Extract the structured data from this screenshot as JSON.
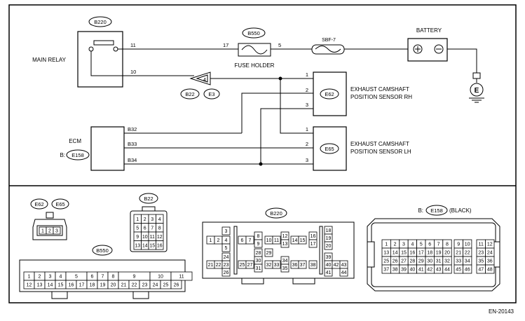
{
  "figure_id": "EN-20143",
  "wiring": {
    "main_relay": {
      "label": "MAIN RELAY",
      "connector": "B220",
      "pin_a": "11",
      "pin_b": "10"
    },
    "fuse_holder": {
      "label": "FUSE HOLDER",
      "connector": "B550",
      "pin_in": "17",
      "pin_out": "5"
    },
    "fuse": {
      "label": "SBF-7"
    },
    "battery": {
      "label": "BATTERY",
      "ground": "E"
    },
    "joint": {
      "pin": "4",
      "connectors": [
        "B22",
        "E3"
      ]
    },
    "ecm": {
      "label": "ECM",
      "prefix": "B:",
      "connector": "E158",
      "pins": [
        "B32",
        "B33",
        "B34"
      ]
    },
    "sensor_rh": {
      "line1": "EXHAUST CAMSHAFT",
      "line2": "POSITION SENSOR RH",
      "connector": "E62",
      "pins": [
        "1",
        "2",
        "3"
      ]
    },
    "sensor_lh": {
      "line1": "EXHAUST CAMSHAFT",
      "line2": "POSITION SENSOR LH",
      "connector": "E65",
      "pins": [
        "1",
        "2",
        "3"
      ]
    }
  },
  "connectors": {
    "e62_e65": {
      "labels": [
        "E62",
        "E65"
      ],
      "pins": [
        "1",
        "2",
        "3"
      ]
    },
    "b22": {
      "label": "B22",
      "rows": [
        [
          "1",
          "2",
          "3",
          "4"
        ],
        [
          "5",
          "6",
          "7",
          "8"
        ],
        [
          "9",
          "10",
          "11",
          "12"
        ],
        [
          "13",
          "14",
          "15",
          "16"
        ]
      ]
    },
    "b550": {
      "label": "B550",
      "top": [
        "1",
        "2",
        "3",
        "4",
        "5",
        "6",
        "7",
        "8",
        "9",
        "10",
        "11"
      ],
      "bottom": [
        "12",
        "13",
        "14",
        "15",
        "16",
        "17",
        "18",
        "19",
        "20",
        "21",
        "22",
        "23",
        "24",
        "25",
        "26"
      ]
    },
    "b220": {
      "label": "B220",
      "pins": [
        "1",
        "2",
        "3",
        "4",
        "5",
        "6",
        "7",
        "8",
        "9",
        "10",
        "11",
        "12",
        "13",
        "14",
        "15",
        "16",
        "17",
        "18",
        "19",
        "20",
        "21",
        "22",
        "23",
        "24",
        "25",
        "26",
        "27",
        "28",
        "29",
        "30",
        "31",
        "32",
        "33",
        "34",
        "35",
        "36",
        "37",
        "38",
        "39",
        "40",
        "41",
        "42",
        "43",
        "44"
      ]
    },
    "e158": {
      "prefix": "B:",
      "label": "E158",
      "color": "(BLACK)",
      "rows": [
        [
          "1",
          "2",
          "3",
          "4",
          "5",
          "6",
          "7",
          "8",
          "9",
          "10",
          "11",
          "12"
        ],
        [
          "13",
          "14",
          "15",
          "16",
          "17",
          "18",
          "19",
          "20",
          "21",
          "22",
          "23",
          "24"
        ],
        [
          "25",
          "26",
          "27",
          "28",
          "29",
          "30",
          "31",
          "32",
          "33",
          "34",
          "35",
          "36"
        ],
        [
          "37",
          "38",
          "39",
          "40",
          "41",
          "42",
          "43",
          "44",
          "45",
          "46",
          "47",
          "48"
        ]
      ]
    }
  }
}
